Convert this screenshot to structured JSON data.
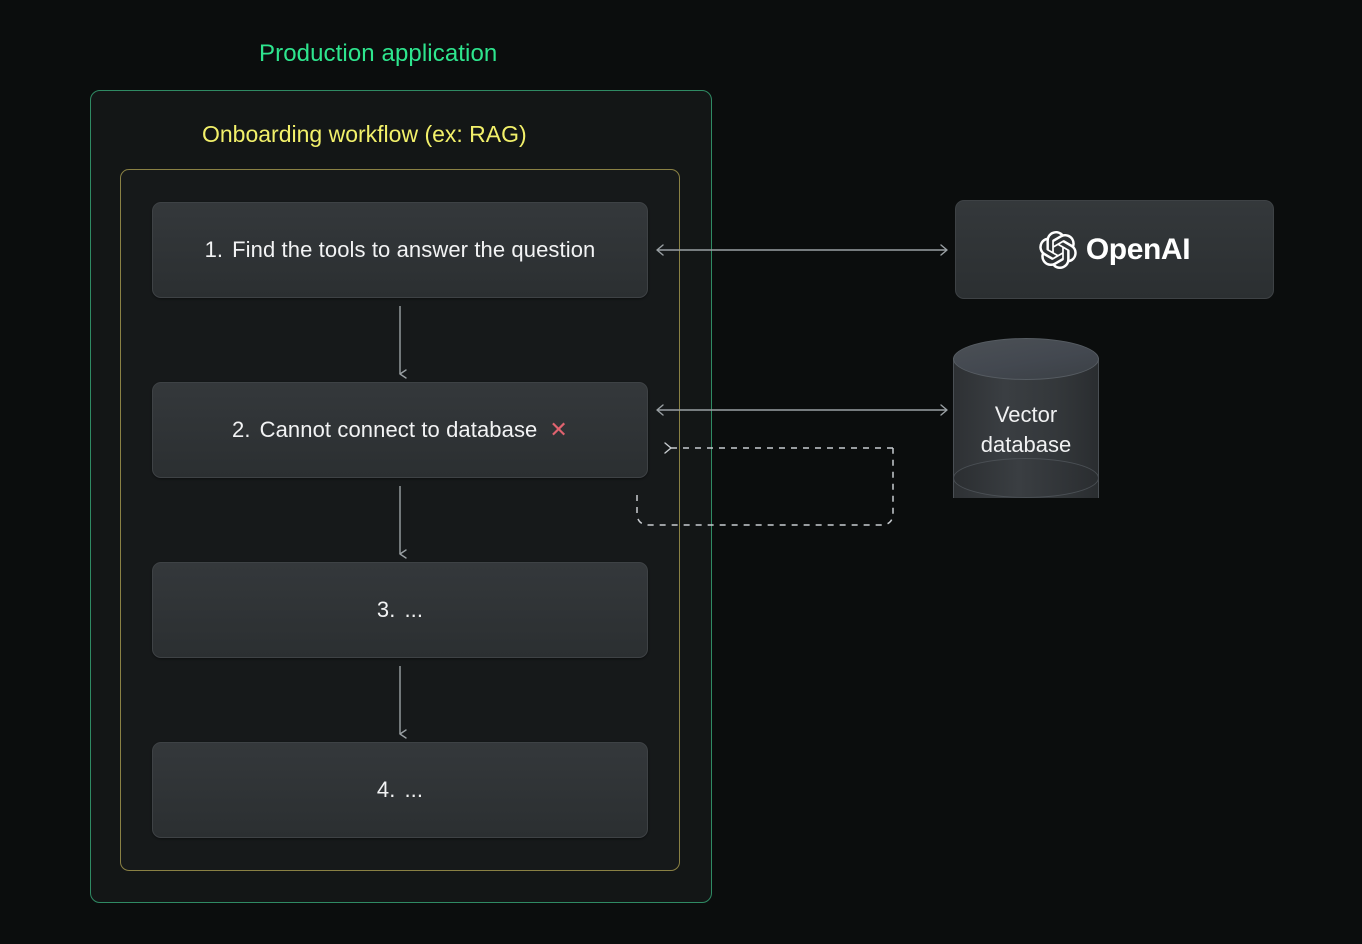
{
  "diagram": {
    "title": "Production application",
    "background_color": "#0b0d0d"
  },
  "outer_container": {
    "label": "Production application",
    "border_color": "#2f8a63",
    "fill_color": "#131616"
  },
  "workflow_container": {
    "label": "Onboarding workflow (ex: RAG)",
    "border_color": "#8a8144",
    "fill_color": "#16191a"
  },
  "steps": [
    {
      "number": "1.",
      "text": "Find the tools to answer the question",
      "status": "ok",
      "status_glyph": ""
    },
    {
      "number": "2.",
      "text": "Cannot connect to database",
      "status": "failed",
      "status_glyph": "✕",
      "status_color": "#e0636f"
    },
    {
      "number": "3.",
      "text": "...",
      "status": "ok",
      "status_glyph": ""
    },
    {
      "number": "4.",
      "text": "...",
      "status": "ok",
      "status_glyph": ""
    }
  ],
  "external_services": {
    "openai": {
      "label": "OpenAI",
      "icon": "openai-logo-icon"
    },
    "vector_database": {
      "line1": "Vector",
      "line2": "database",
      "shape": "cylinder"
    }
  },
  "connectors": {
    "step1_to_openai": {
      "style": "solid",
      "arrowheads": "both",
      "color": "#9aa0a4"
    },
    "step2_to_vectordb": {
      "style": "solid",
      "arrowheads": "both",
      "color": "#9aa0a4"
    },
    "retry_loop": {
      "style": "dashed",
      "arrowheads": "left",
      "color": "#c8ccd0"
    },
    "step_flow": {
      "style": "solid",
      "arrowheads": "down",
      "color": "#9aa0a4"
    }
  }
}
